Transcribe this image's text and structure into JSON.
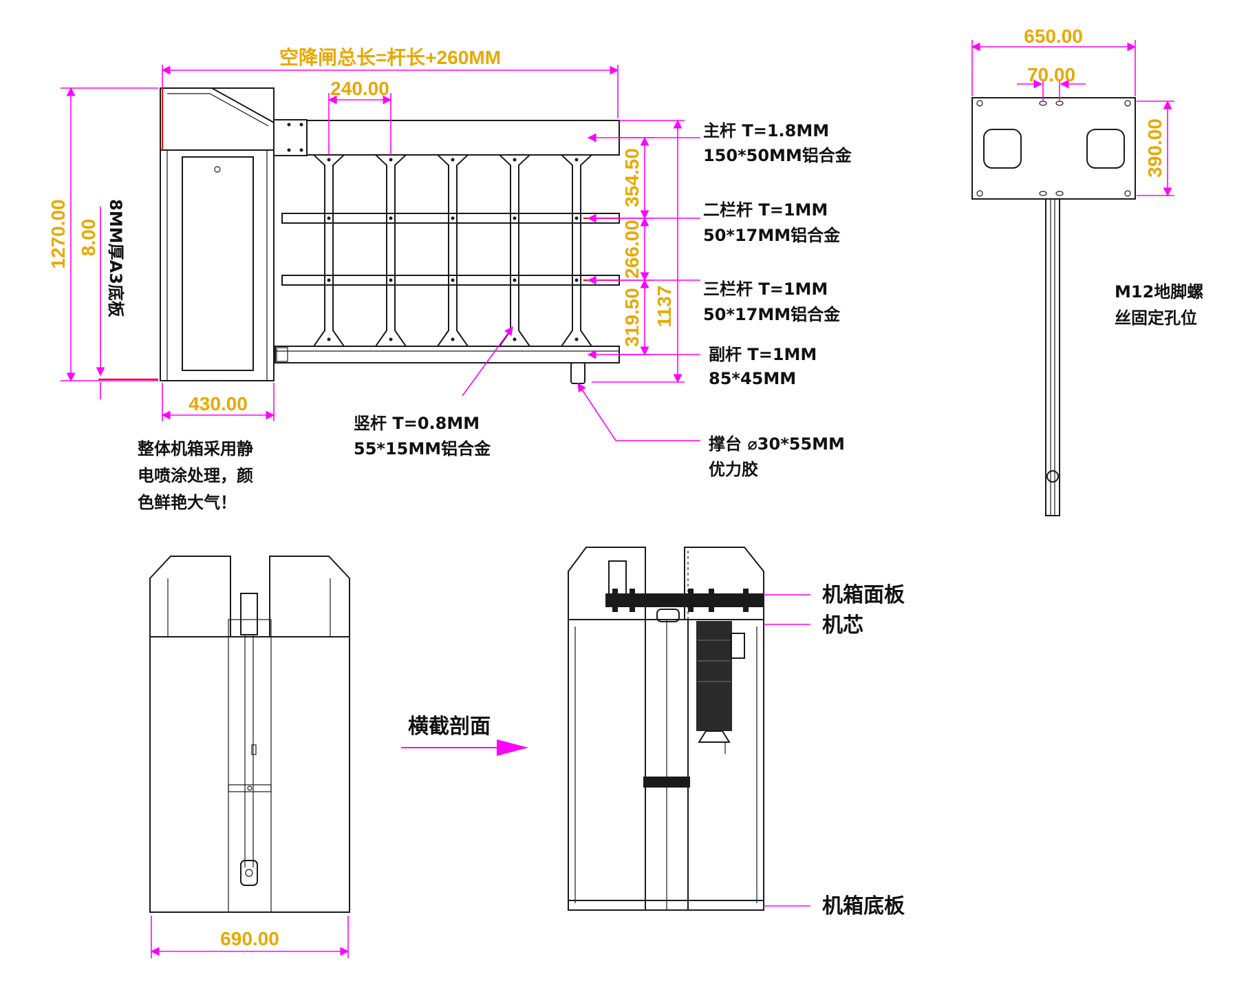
{
  "dimensions": {
    "total_length": "空降闸总长=杆长+260MM",
    "post_spacing": "240.00",
    "height_total": "1270.00",
    "base_plate_thickness": "8.00",
    "base_plate_note": "8MM厚A3底板",
    "cabinet_width": "430.00",
    "gap_1": "354.50",
    "gap_2": "266.00",
    "gap_3": "319.50",
    "arm_height": "1137",
    "base_width": "650.00",
    "bolt_spacing": "70.00",
    "base_depth": "390.00",
    "front_width": "690.00"
  },
  "callouts": {
    "main_bar": [
      "主杆 T=1.8MM",
      "150*50MM铝合金"
    ],
    "second_bar": [
      "二栏杆 T=1MM",
      "50*17MM铝合金"
    ],
    "third_bar": [
      "三栏杆 T=1MM",
      "50*17MM铝合金"
    ],
    "sub_bar": [
      "副杆 T=1MM",
      "85*45MM"
    ],
    "vertical_bar": [
      "竖杆 T=0.8MM",
      "55*15MM铝合金"
    ],
    "support": [
      "撑台 ⌀30*55MM",
      "优力胶"
    ],
    "coating": [
      "整体机箱采用静",
      "电喷涂处理，颜",
      "色鲜艳大气！"
    ],
    "anchor": [
      "M12地脚螺",
      "丝固定孔位"
    ],
    "section": "横截剖面",
    "panel": "机箱面板",
    "core": "机芯",
    "bottom_plate": "机箱底板"
  },
  "colors": {
    "dimension_text": "#e8a800",
    "dimension_line": "#ff00ff",
    "outline": "#1a1a1a",
    "highlight": "#ff0000"
  }
}
